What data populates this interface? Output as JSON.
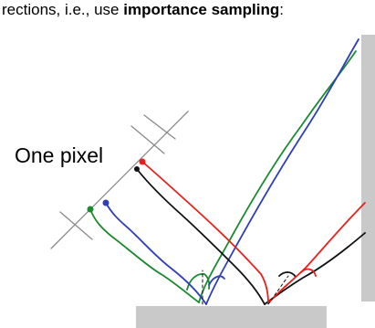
{
  "caption": {
    "prefix": "rections, i.e., use ",
    "emphasis": "importance sampling",
    "suffix": ":"
  },
  "pixel_label": "One pixel",
  "colors": {
    "ink": "#111111",
    "pixel_grid": "#8a8a8a",
    "ray_red": "#e8201c",
    "ray_blue": "#2f3fb8",
    "ray_green": "#1a8a2e",
    "ray_black": "#111111",
    "surface": "#c9c9c9",
    "wall": "#c9c9c9"
  }
}
